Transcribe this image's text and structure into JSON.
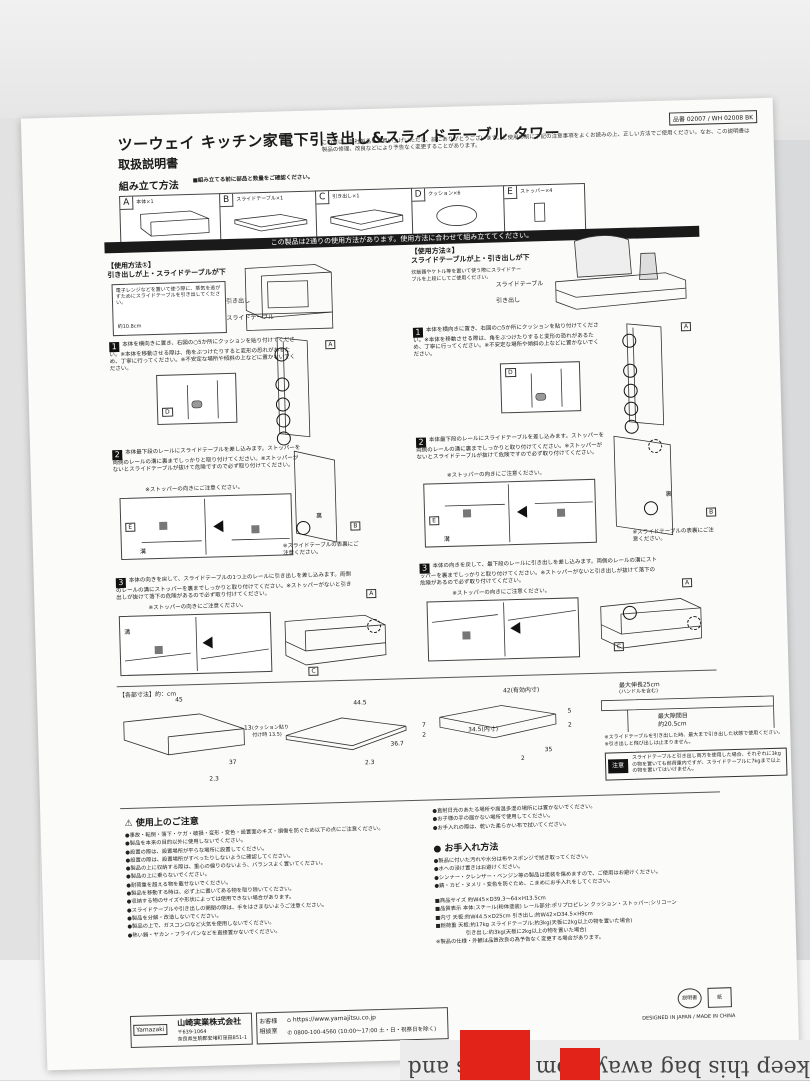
{
  "document": {
    "title": "ツーウェイ キッチン家電下引き出し&スライドテーブル タワー",
    "subtitle": "取扱説明書",
    "hinban": "品番 02007 / WH 02008 BK",
    "notice": "この度は、弊社製品をお買い上げいただき、誠にありがとうございます。ご使用の前に下記の注意事項をよくお読みの上、正しい方法でご使用ください。なお、この説明書は製品の修理、改良などにより予告なく変更することがあります。",
    "assembly_title": "組み立て方法",
    "assembly_note": "■組み立てる前に部品と数量をご確認ください。",
    "parts": [
      {
        "letter": "A",
        "name": "本体×1"
      },
      {
        "letter": "B",
        "name": "スライドテーブル×1"
      },
      {
        "letter": "C",
        "name": "引き出し×1"
      },
      {
        "letter": "D",
        "name": "クッション×6"
      },
      {
        "letter": "E",
        "name": "ストッパー×4"
      }
    ],
    "banner": "この製品は2通りの使用方法があります。使用方法に合わせて組み立ててください。",
    "method1_header": "【使用方法①】",
    "method1_title": "引き出しが上・スライドテーブルが下",
    "method2_header": "【使用方法②】",
    "method2_title": "スライドテーブルが上・引き出しが下",
    "method1_caption": "電子レンジなどを置いて使う際に、蒸気を逃がすためにスライドテーブルを引き出してください。",
    "method1_dim": "約10.8cm",
    "method2_caption": "炊飯器やケトル等を置いて使う際にスライドテーブルを上段にしてご使用ください。",
    "labels": {
      "drawer": "引き出し",
      "slide_table": "スライドテーブル",
      "ura": "裏",
      "mizo": "溝"
    },
    "step1_text": "本体を横向きに置き、右図の○5か所にクッションを貼り付けてください。※本体を移動させる際は、角をぶつけたりすると変形の恐れがあるため、丁寧に行ってください。※不安定な場所や傾斜の上などに置かないでください。",
    "step2_text": "本体最下段のレールにスライドテーブルを差し込みます。ストッパーを両側のレールの溝に裏までしっかりと取り付けてください。※ストッパーがないとスライドテーブルが抜けて危険ですので必ず取り付けてください。",
    "step3_text": "本体の向きを戻して、スライドテーブルの1つ上のレールに引き出しを差し込みます。両側のレールの溝にストッパーを裏までしっかりと取り付けてください。※ストッパーがないと引き出しが抜けて落下の危険があるので必ず取り付けてください。",
    "step3b_text": "本体の向きを戻して、最下段のレールに引き出しを差し込みます。両側のレールの溝にストッパーを裏までしっかりと取り付けてください。※ストッパーがないと引き出しが抜けて落下の危険があるので必ず取り付けてください。",
    "stopper_note": "※ストッパーの向きにご注意ください。",
    "slide_table_note": "※スライドテーブルの表裏にご注意ください。",
    "dims_title": "【各部寸法】約：cm",
    "dims": {
      "body_w": "45",
      "body_h": "13",
      "body_d": "37",
      "body_t": "2.3",
      "cushion": "(クッション貼り付け時 13.5)",
      "table_w": "44.5",
      "table_d": "36.7",
      "table_t": "2.3",
      "drawer_w": "42(有効内寸)",
      "drawer_inner": "34.5(内寸)",
      "drawer_d": "35",
      "drawer_h": "5",
      "drawer_t": "2",
      "table_h": "7",
      "max_pull": "最大伸長25cm",
      "max_pull_sub": "(ハンドルを含む)",
      "max_gap": "最大隙間目",
      "max_gap_val": "約20.5cm"
    },
    "slide_note": "※スライドテーブルを引き出した時、最大まで引き出した状態で使用ください。※引き出しと飛び出しは止まりません。",
    "warn_label": "注意",
    "warn_text": "スライドテーブルと引き出し両方を使用した場合、それぞれに3kgの物を置いても耐荷重内ですが、スライドテーブルに7kgまで以上の物を置いてはいけません。",
    "caution_title": "使用上のご注意",
    "cautions": [
      "●事故・転倒・落下・ケガ・破損・変形・変色・設置面のキズ・損傷を防ぐため以下の点にご注意ください。",
      "●製品を本来の目的以外に使用しないでください。",
      "●設置の際は、設置場所が平らな場所に設置してください。",
      "●設置の際は、設置場所がすべったりしないように確認してください。",
      "●製品の上に収納する際は、重心の偏りのないよう、バランスよく置いてください。",
      "●製品の上に乗らないでください。",
      "●耐荷重を超える物を載せないでください。",
      "●製品を移動する時は、必ず上に置いてある物を取り除いてください。",
      "●収納する物のサイズや形状によっては使用できない場合があります。",
      "●スライドテーブルや引き出しの開閉の際は、手をはさまないようご注意ください。",
      "●製品を分解・改造しないでください。",
      "●製品の上で、ガスコンロなど火気を使用しないでください。",
      "●熱い鍋・ヤカン・フライパンなどを直接置かないでください。"
    ],
    "cautions_right": [
      "●直射日光のあたる場所や高温多湿の場所には置かないでください。",
      "●お子様の手の届かない場所で使用してください。",
      "●お手入れの際は、乾いた柔らかい布で拭いてください。"
    ],
    "care_title": "お手入れ方法",
    "care_items": [
      "●製品に付いた汚れや水分は布やスポンジで拭き取ってください。",
      "●水への浸け置きはお避けください。",
      "●シンナー・クレンザー・ベンジン等の製品は塗装を傷めますので、ご使用はお避けください。",
      "●錆・カビ・ヌメリ・変色を防ぐため、こまめにお手入れをしてください。"
    ],
    "specs": [
      "■商品サイズ 約W45×D39.3〜64×H13.5cm",
      "■品質表示 本体:スチール(粉体塗装) レール部分:ポリプロピレン クッション・ストッパー:シリコーン",
      "■内寸 天板:約W44.5×D25cm 引き出し:約W42×D34.5×H9cm",
      "■耐荷重 天板:約17kg スライドテーブル:約3kg(天板に2kg以上の物を置いた場合)",
      "引き出し:約3kg(天板に2kg以上の物を置いた場合)",
      "※製品の仕様・外観は品質改良の為予告なく変更する場合があります。"
    ],
    "company": "山崎実業株式会社",
    "brand": "Yamazaki",
    "postal": "〒639-1064",
    "address": "奈良県生駒郡安堵町窪田851-1",
    "contact_label": "お客様相談室",
    "url": "https://www.yamajitsu.co.jp",
    "phone": "0800-100-4560 (10:00〜17:00 土・日・祝祭日を除く)",
    "origin": "DESIGNED IN JAPAN / MADE IN CHINA",
    "eco1": "説明書",
    "eco2": "紙"
  },
  "background": {
    "bag_text": "keep this bag away from babies and children. Do not use in cribs, beds, carriages or play"
  }
}
